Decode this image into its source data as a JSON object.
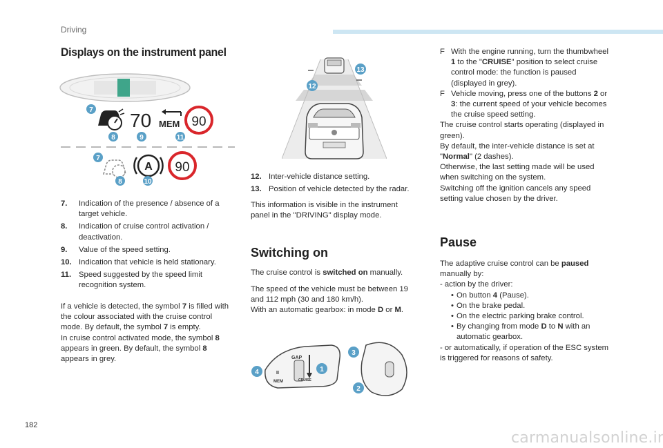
{
  "header": {
    "section": "Driving"
  },
  "title": "Displays on the instrument panel",
  "panel": {
    "speed": "70",
    "mem": "MEM",
    "limit_top": "90",
    "limit_bottom": "90",
    "auto_symbol": "A",
    "badges_top": [
      "7",
      "8",
      "9",
      "11"
    ],
    "badges_bottom": [
      "7",
      "8",
      "10"
    ]
  },
  "legend_left": [
    {
      "num": "7.",
      "text": "Indication of the presence / absence of a target vehicle."
    },
    {
      "num": "8.",
      "text": "Indication of cruise control activation / deactivation."
    },
    {
      "num": "9.",
      "text": "Value of the speed setting."
    },
    {
      "num": "10.",
      "text": "Indication that vehicle is held stationary."
    },
    {
      "num": "11.",
      "text": "Speed suggested by the speed limit recognition system."
    }
  ],
  "left_para": {
    "p1": "If a vehicle is detected, the symbol ",
    "p1_b": "7",
    "p1_end": " is filled with the colour associated with the cruise control mode. By default, the symbol ",
    "p1_b2": "7",
    "p1_end2": " is empty.",
    "p2": "In cruise control activated mode, the symbol ",
    "p2_b": "8",
    "p2_end": " appears in green. By default, the symbol ",
    "p2_b2": "8",
    "p2_end2": " appears in grey."
  },
  "road_badges": [
    "12",
    "13"
  ],
  "legend_mid": [
    {
      "num": "12.",
      "text": "Inter-vehicle distance setting."
    },
    {
      "num": "13.",
      "text": "Position of vehicle detected by the radar."
    }
  ],
  "mid_info": "This information is visible in the instrument panel in the \"DRIVING\" display mode.",
  "switching": {
    "heading": "Switching on",
    "p1_a": "The cruise control is ",
    "p1_b": "switched on",
    "p1_c": " manually.",
    "p2": "The speed of the vehicle must be between 19 and 112 mph (30 and 180 km/h).",
    "p3_a": "With an automatic gearbox: in mode ",
    "p3_b": "D",
    "p3_c": " or ",
    "p3_d": "M",
    "p3_e": "."
  },
  "stalk": {
    "badges": [
      "4",
      "1",
      "3",
      "2"
    ],
    "labels": {
      "gap": "GAP",
      "mem": "MEM",
      "cruise": "CRUISE",
      "i_label": "II"
    }
  },
  "right_col": {
    "b1_mark": "F",
    "b1_a": "With the engine running, turn the thumbwheel ",
    "b1_b": "1",
    "b1_c": " to the \"",
    "b1_d": "CRUISE",
    "b1_e": "\" position to select cruise control mode: the function is paused (displayed in grey).",
    "b2_mark": "F",
    "b2_a": "Vehicle moving, press one of the buttons ",
    "b2_b": "2",
    "b2_c": " or ",
    "b2_d": "3",
    "b2_e": ": the current speed of your vehicle becomes the cruise speed setting.",
    "l1": "The cruise control starts operating (displayed in green).",
    "l2_a": "By default, the inter-vehicle distance is set at \"",
    "l2_b": "Normal",
    "l2_c": "\" (2 dashes).",
    "l3": "Otherwise, the last setting made will be used when switching on the system.",
    "l4": "Switching off the ignition cancels any speed setting value chosen by the driver."
  },
  "pause": {
    "heading": "Pause",
    "intro_a": "The adaptive cruise control can be ",
    "intro_b": "paused",
    "intro_c": " manually by:",
    "d1": "- action by the driver:",
    "s1_a": "On button ",
    "s1_b": "4",
    "s1_c": " (Pause).",
    "s2": "On the brake pedal.",
    "s3": "On the electric parking brake control.",
    "s4_a": "By changing from mode ",
    "s4_b": "D",
    "s4_c": " to ",
    "s4_d": "N",
    "s4_e": " with an automatic gearbox.",
    "d2": "- or automatically, if operation of the ESC system is triggered for reasons of safety.",
    "dot": "•"
  },
  "footer": {
    "page": "182",
    "watermark": "carmanualsonline.info"
  }
}
